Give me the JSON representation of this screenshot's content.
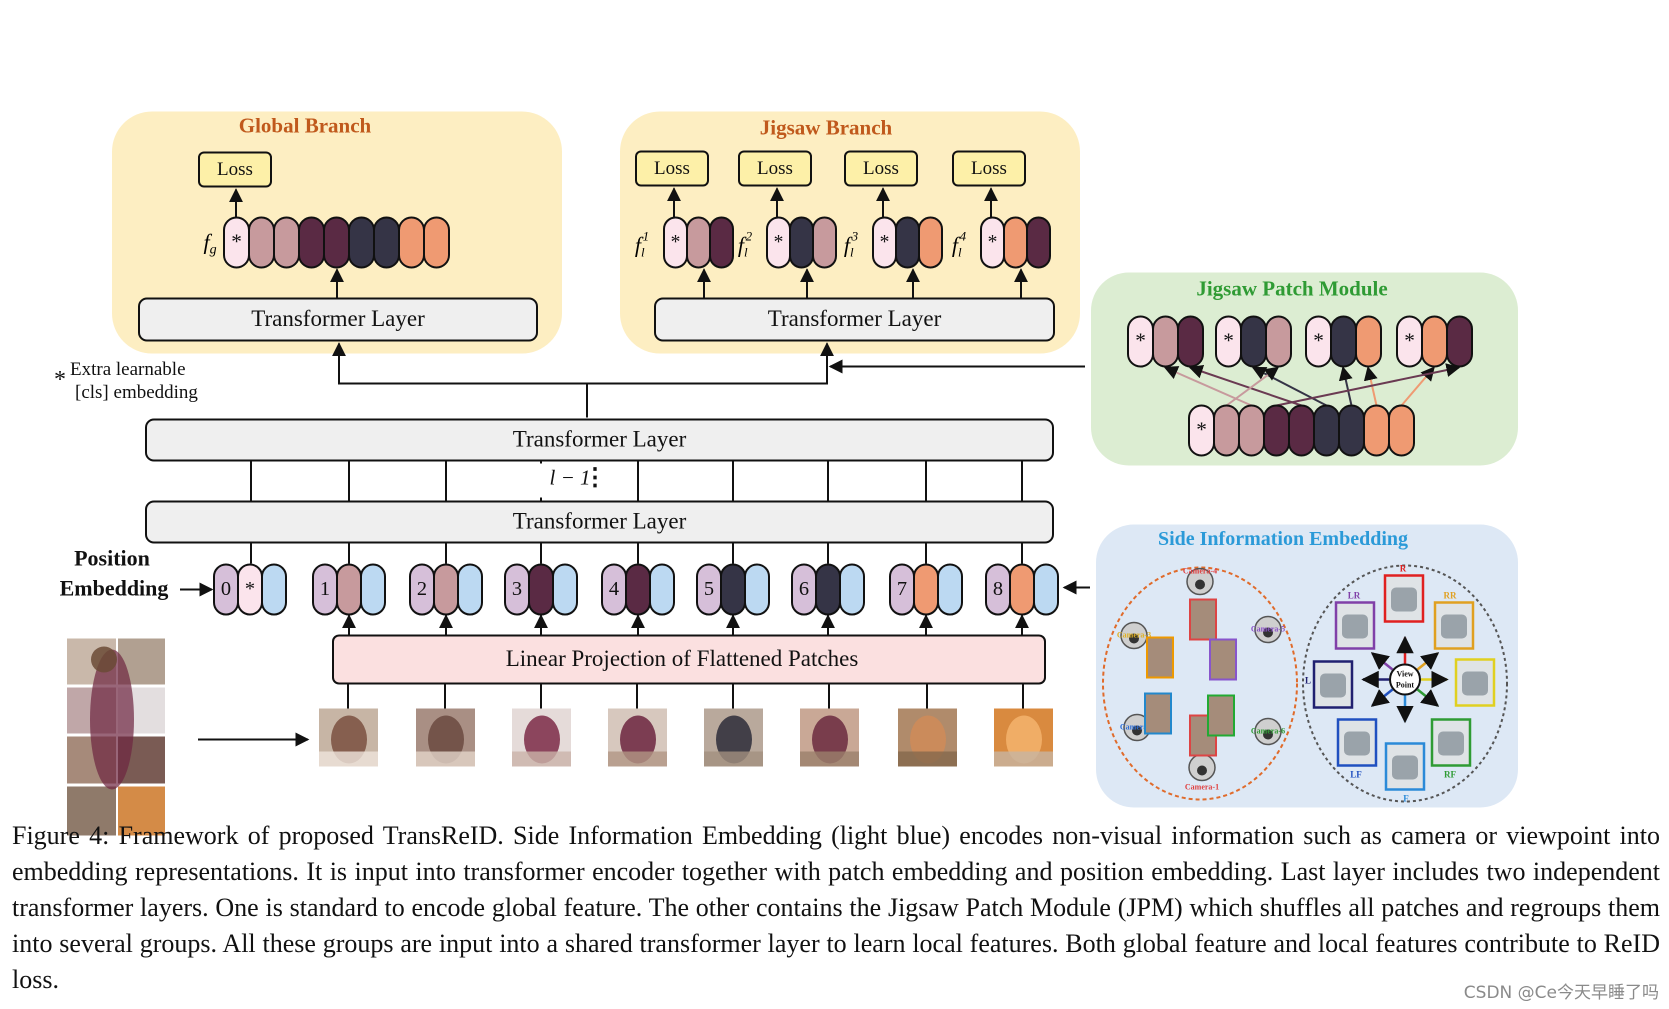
{
  "colors": {
    "branch_bg": "#fdeec2",
    "jpm_bg": "#dcedd2",
    "sie_bg": "#dde8f5",
    "layer_fill": "#efefef",
    "proj_fill": "#fbe0e0",
    "cls": "#fbe4ec",
    "dusty": "#c79a9d",
    "plum": "#5a2a44",
    "navy": "#353446",
    "orange": "#ef9a72",
    "lav": "#d6bfd9",
    "light_blue": "#bcd9f2",
    "global_title": "#c0591c",
    "jpm_title": "#2f9b34",
    "sie_title": "#2b9ad8"
  },
  "global_branch": {
    "title": "Global Branch",
    "loss": "Loss",
    "feature_label": "f",
    "feature_sub": "g",
    "layer": "Transformer Layer"
  },
  "jigsaw_branch": {
    "title": "Jigsaw Branch",
    "loss": "Loss",
    "layer": "Transformer Layer",
    "features": [
      {
        "label": "f",
        "sub": "l",
        "sup": "1"
      },
      {
        "label": "f",
        "sub": "l",
        "sup": "2"
      },
      {
        "label": "f",
        "sub": "l",
        "sup": "3"
      },
      {
        "label": "f",
        "sub": "l",
        "sup": "4"
      }
    ]
  },
  "jpm": {
    "title": "Jigsaw Patch Module"
  },
  "legend": {
    "star": "*",
    "line1": "Extra learnable",
    "line2": "[cls] embedding"
  },
  "encoder": {
    "top_layer": "Transformer Layer",
    "bottom_layer": "Transformer Layer",
    "depth": "l − 1",
    "dots": "⋮"
  },
  "position": {
    "line1": "Position",
    "line2": "Embedding"
  },
  "tokens": [
    "0",
    "1",
    "2",
    "3",
    "4",
    "5",
    "6",
    "7",
    "8"
  ],
  "cls_symbol": "*",
  "projection": "Linear Projection of Flattened Patches",
  "sie": {
    "title": "Side Information Embedding",
    "cameras": [
      "Camera-1",
      "Camera-2",
      "Camera-3",
      "Camera-4",
      "Camera-5",
      "Camera-6"
    ],
    "viewpoint": [
      "View",
      "Point"
    ],
    "directions": [
      "R",
      "RR",
      "RF",
      "F",
      "LF",
      "L",
      "LR"
    ]
  },
  "caption": [
    "Figure 4: Framework of proposed TransReID. Side Information Embedding (light blue) encodes non-visual information such as camera or viewpoint into embedding representations. It is input into transformer encoder together with patch embedding and position embedding. Last layer includes two independent transformer layers. One is standard to encode global feature. The other contains the Jigsaw Patch Module (JPM) which shuffles all patches and regroups them into several groups. All these groups are input into a shared transformer layer to learn local features. Both global feature and local features contribute to ReID loss."
  ],
  "watermark": "CSDN @Ce今天早睡了吗"
}
